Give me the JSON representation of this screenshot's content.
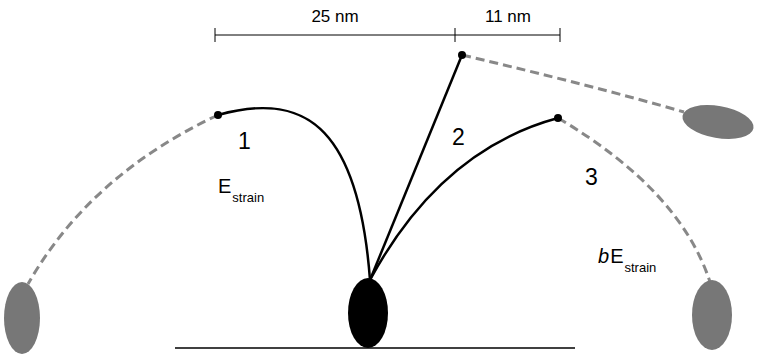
{
  "diagram": {
    "labels": [
      "25 nm",
      "11 nm",
      "1",
      "2",
      "3",
      "E",
      "strain",
      "b",
      "E",
      "strain"
    ]
  }
}
